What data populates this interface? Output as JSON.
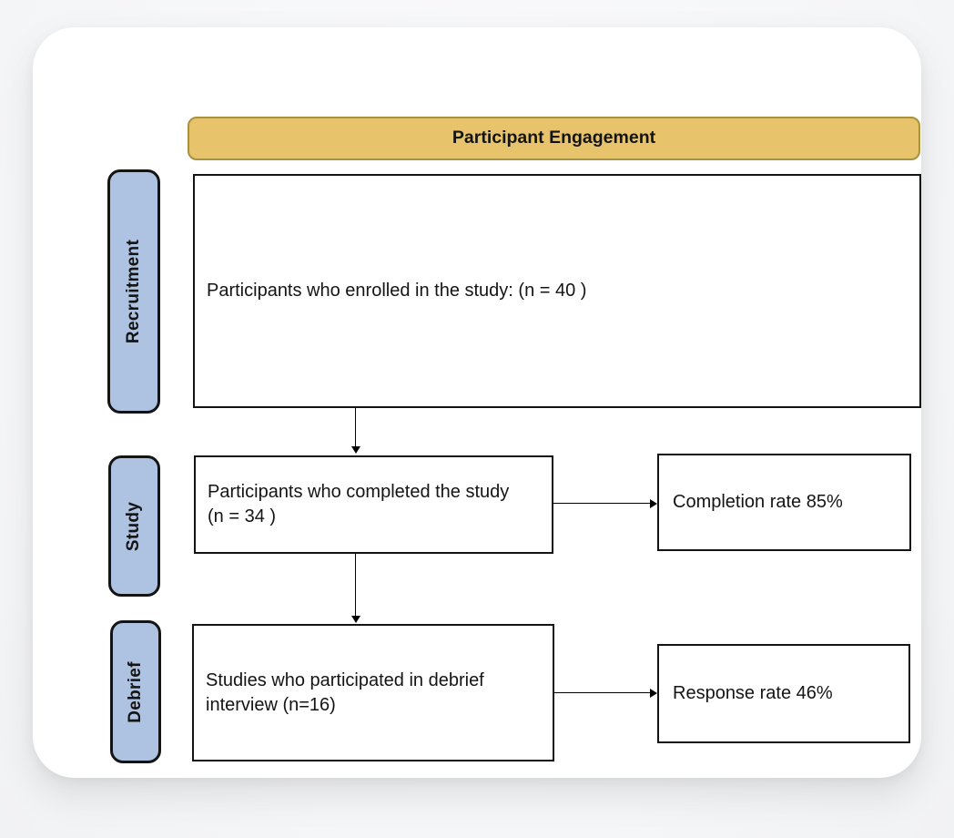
{
  "diagram": {
    "header": {
      "title": "Participant Engagement"
    },
    "stage_labels": [
      {
        "label": "Recruitment"
      },
      {
        "label": "Study"
      },
      {
        "label": "Debrief"
      }
    ],
    "flow_boxes": [
      {
        "id": "enrolled",
        "text": "Participants who enrolled in the study: (n = 40 )"
      },
      {
        "id": "completed",
        "text": "Participants who completed the study (n = 34 )"
      },
      {
        "id": "debrief-interview",
        "text": "Studies who participated in debrief interview (n=16)"
      }
    ],
    "outcome_boxes": [
      {
        "id": "completion-rate",
        "text": "Completion rate 85%"
      },
      {
        "id": "response-rate",
        "text": "Response rate 46%"
      }
    ],
    "colors": {
      "banner_fill": "#e7c46c",
      "banner_border": "#a8913f",
      "stage_fill": "#aec3e2",
      "line_color": "#000000"
    }
  }
}
